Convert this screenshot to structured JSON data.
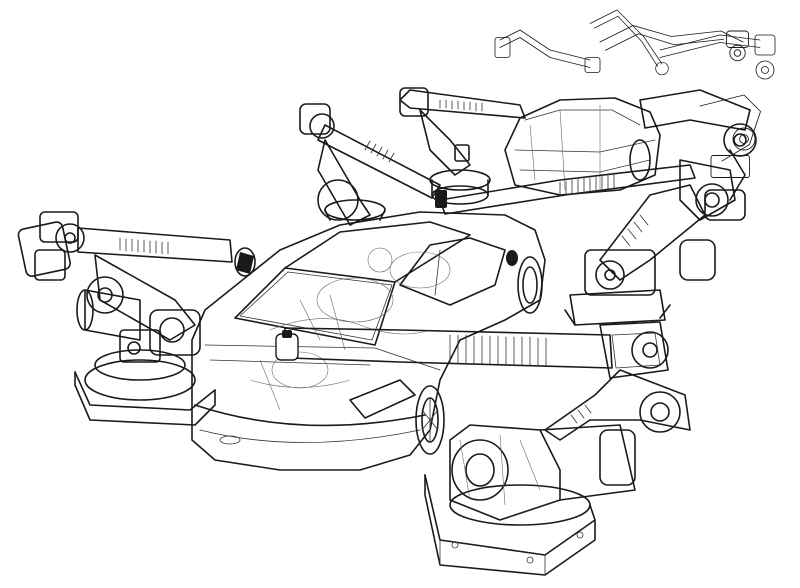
{
  "image": {
    "background_color": "#ffffff",
    "line_color": "#1a1a1a",
    "style": "wireframe line drawing",
    "subjects": [
      "car-body",
      "robotic-arms",
      "assembly-line"
    ]
  }
}
